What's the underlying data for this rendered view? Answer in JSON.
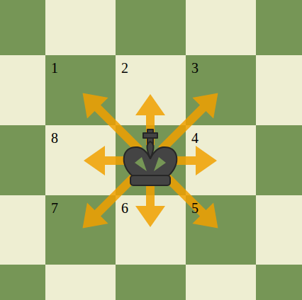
{
  "diagram": {
    "labels": [
      "1",
      "2",
      "3",
      "8",
      "4",
      "7",
      "6",
      "5"
    ]
  }
}
